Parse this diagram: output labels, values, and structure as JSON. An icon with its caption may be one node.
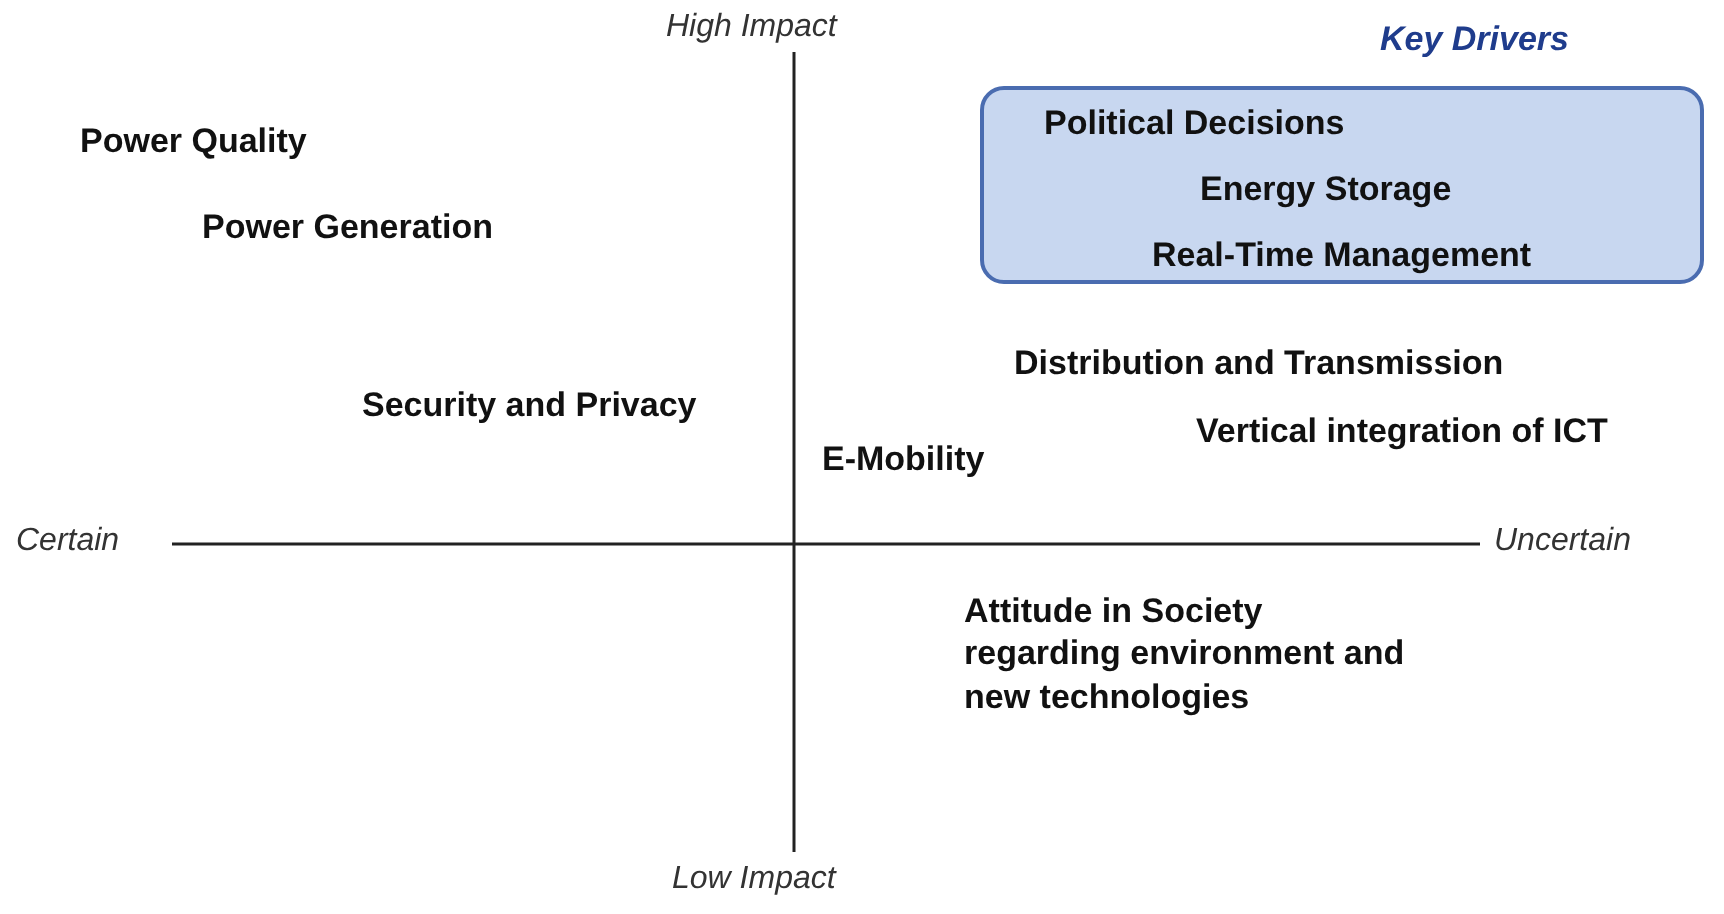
{
  "diagram": {
    "nodes": [
      {
        "text": [
          "Key Drivers",
          "Political Decisions",
          "Energy Storage",
          "Real-Time Management"
        ]
      }
    ],
    "labels": [
      "High Impact",
      "Power Quality",
      "Power Generation",
      "Distribution and Transmission",
      "Security and Privacy",
      "Vertical integration of ICT",
      "E-Mobility",
      "Certain",
      "Uncertain",
      "Attitude in Society regarding environment and new technologies",
      "Low Impact"
    ]
  }
}
